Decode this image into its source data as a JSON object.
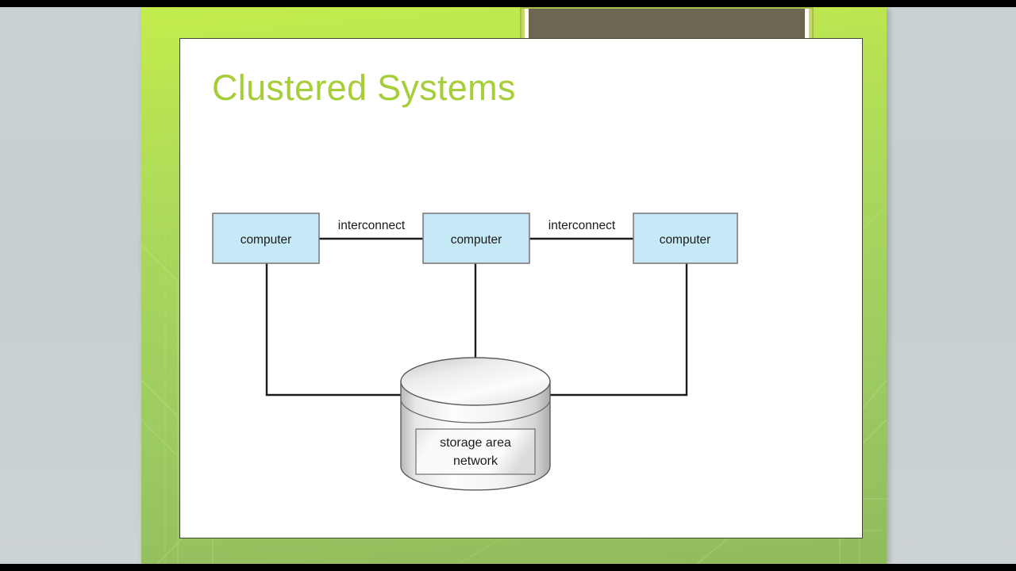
{
  "slide": {
    "title": "Clustered Systems",
    "title_color": "#a6ce39",
    "frame_color_top": "#c3ec4e",
    "frame_color_bottom": "#8fbb5c",
    "banner_color": "#6d6752"
  },
  "diagram": {
    "type": "network-topology",
    "nodes": [
      {
        "id": "computer-left",
        "label": "computer",
        "fill": "#c6e9f7"
      },
      {
        "id": "computer-middle",
        "label": "computer",
        "fill": "#c6e9f7"
      },
      {
        "id": "computer-right",
        "label": "computer",
        "fill": "#c6e9f7"
      }
    ],
    "links": [
      {
        "id": "interconnect-left",
        "label": "interconnect"
      },
      {
        "id": "interconnect-right",
        "label": "interconnect"
      }
    ],
    "storage": {
      "id": "storage-area-network",
      "label_line1": "storage area",
      "label_line2": "network"
    }
  }
}
